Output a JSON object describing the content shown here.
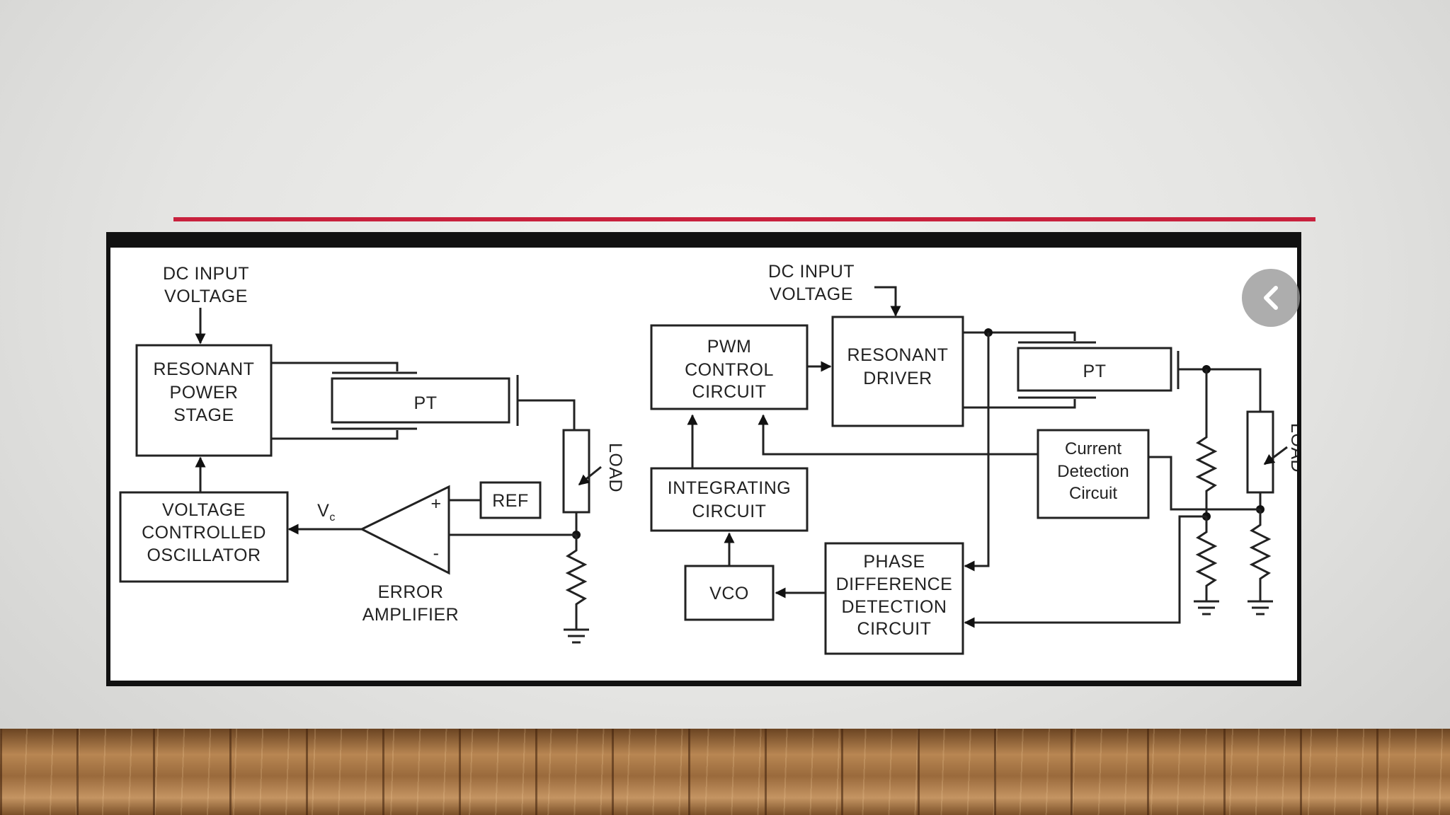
{
  "slide": {
    "accent_color": "#c8213d"
  },
  "left_circuit": {
    "dc_input_line1": "DC INPUT",
    "dc_input_line2": "VOLTAGE",
    "resonant_power_stage": [
      "RESONANT",
      "POWER",
      "STAGE"
    ],
    "pt_label": "PT",
    "vco_block": [
      "VOLTAGE",
      "CONTROLLED",
      "OSCILLATOR"
    ],
    "vc_label": "V",
    "vc_sub": "c",
    "plus_sign": "+",
    "minus_sign": "-",
    "error_amplifier": [
      "ERROR",
      "AMPLIFIER"
    ],
    "ref_label": "REF",
    "load_label": "LOAD"
  },
  "right_circuit": {
    "dc_input_line1": "DC INPUT",
    "dc_input_line2": "VOLTAGE",
    "pwm_block": [
      "PWM",
      "CONTROL",
      "CIRCUIT"
    ],
    "resonant_driver": [
      "RESONANT",
      "DRIVER"
    ],
    "pt_label": "PT",
    "integrating_block": [
      "INTEGRATING",
      "CIRCUIT"
    ],
    "vco_label": "VCO",
    "phase_block": [
      "PHASE",
      "DIFFERENCE",
      "DETECTION",
      "CIRCUIT"
    ],
    "current_detection": [
      "Current",
      "Detection",
      "Circuit"
    ],
    "load_label": "LOAD"
  },
  "nav": {
    "prev_icon": "chevron-left-icon"
  }
}
